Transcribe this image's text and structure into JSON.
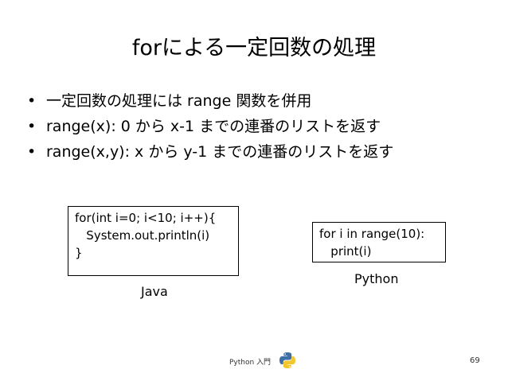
{
  "slide": {
    "title": "forによる一定回数の処理",
    "bullets": [
      "一定回数の処理には range 関数を併用",
      "range(x): 0 から x-1 までの連番のリストを返す",
      "range(x,y): x から y-1 までの連番のリストを返す"
    ],
    "bullet_symbol": "•",
    "java_code": {
      "lines": [
        "for(int i=0; i<10; i++){",
        "   System.out.println(i)",
        "}"
      ],
      "caption": "Java"
    },
    "python_code": {
      "lines": [
        "for i in range(10):",
        "   print(i)"
      ],
      "caption": "Python"
    },
    "footer": {
      "text": "Python 入門",
      "logo_icon": "python-logo-icon",
      "page_number": "69"
    }
  }
}
